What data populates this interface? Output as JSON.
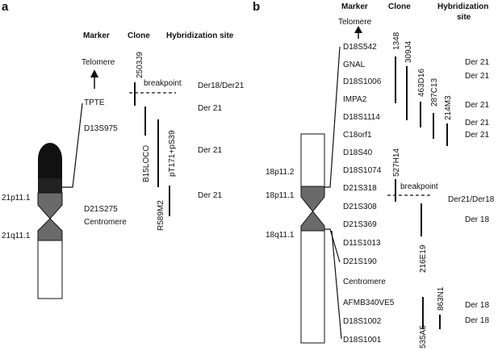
{
  "panel_a": {
    "label": "a",
    "header": {
      "marker": "Marker",
      "clone": "Clone",
      "site": "Hybridization site"
    },
    "markers": [
      "Telomere",
      "TPTE",
      "D13S975",
      "D21S275",
      "Centromere"
    ],
    "bands": [
      "21p11.1",
      "21q11.1"
    ],
    "clones": [
      "2503J9",
      "B15LOCO",
      "R589M2",
      "pT171+pS39"
    ],
    "breakpoint_label": "breakpoint",
    "sites": [
      "Der18/Der21",
      "Der 21",
      "Der 21",
      "Der 21"
    ]
  },
  "panel_b": {
    "label": "b",
    "header": {
      "marker": "Marker",
      "clone": "Clone",
      "site_line1": "Hybridization",
      "site_line2": "site"
    },
    "markers": [
      "Telomere",
      "D18S542",
      "GNAL",
      "D18S1006",
      "IMPA2",
      "D18S1114",
      "C18orf1",
      "D18S40",
      "D18S1074",
      "D21S318",
      "D21S308",
      "D21S369",
      "D11S1013",
      "D21S190",
      "Centromere",
      "AFMB340VE5",
      "D18S1002",
      "D18S1001"
    ],
    "bands": [
      "18p11.2",
      "18p11.1",
      "18q11.1"
    ],
    "clones": [
      "1348",
      "309J4",
      "463D16",
      "287C13",
      "214M3",
      "527H14",
      "216E19",
      "863N1",
      "535A5"
    ],
    "breakpoint_label": "breakpoint",
    "sites": [
      "Der 21",
      "Der 21",
      "Der 21",
      "Der 21",
      "Der 21",
      "Der21/Der18",
      "Der 18",
      "Der 18",
      "Der 18"
    ]
  }
}
